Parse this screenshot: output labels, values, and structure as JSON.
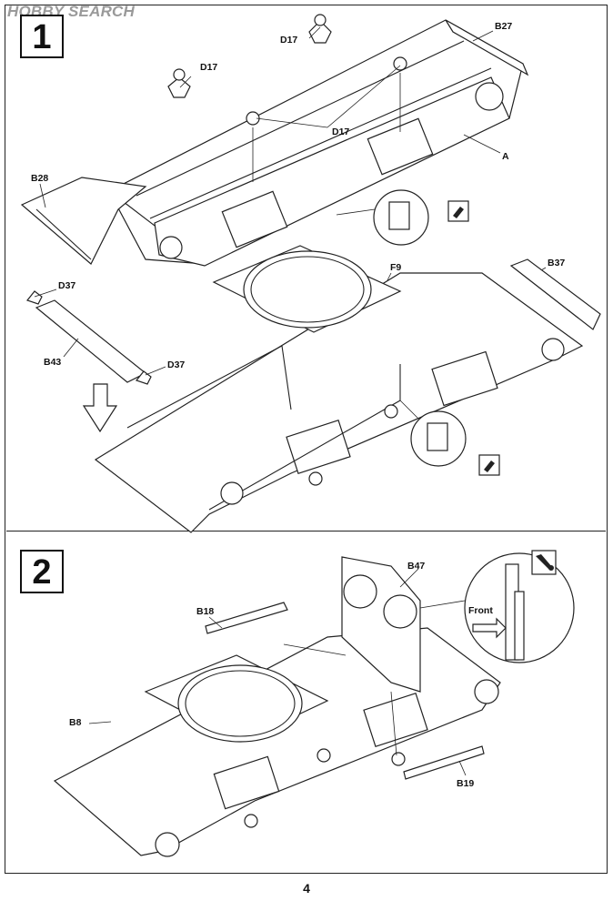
{
  "watermark": {
    "text": "HOBBY SEARCH"
  },
  "steps": [
    {
      "number": "1",
      "labels": {
        "d17_a": "D17",
        "d17_b": "D17",
        "d17_c": "D17",
        "b27": "B27",
        "a": "A",
        "b28": "B28",
        "f9": "F9",
        "b37": "B37",
        "d37_a": "D37",
        "b43": "B43",
        "d37_b": "D37"
      }
    },
    {
      "number": "2",
      "labels": {
        "b47": "B47",
        "front": "Front",
        "b18": "B18",
        "b8": "B8",
        "b19": "B19"
      }
    }
  ],
  "page_number": "4",
  "icons": [
    "glue-icon",
    "glue-icon",
    "paint-marker-icon"
  ]
}
